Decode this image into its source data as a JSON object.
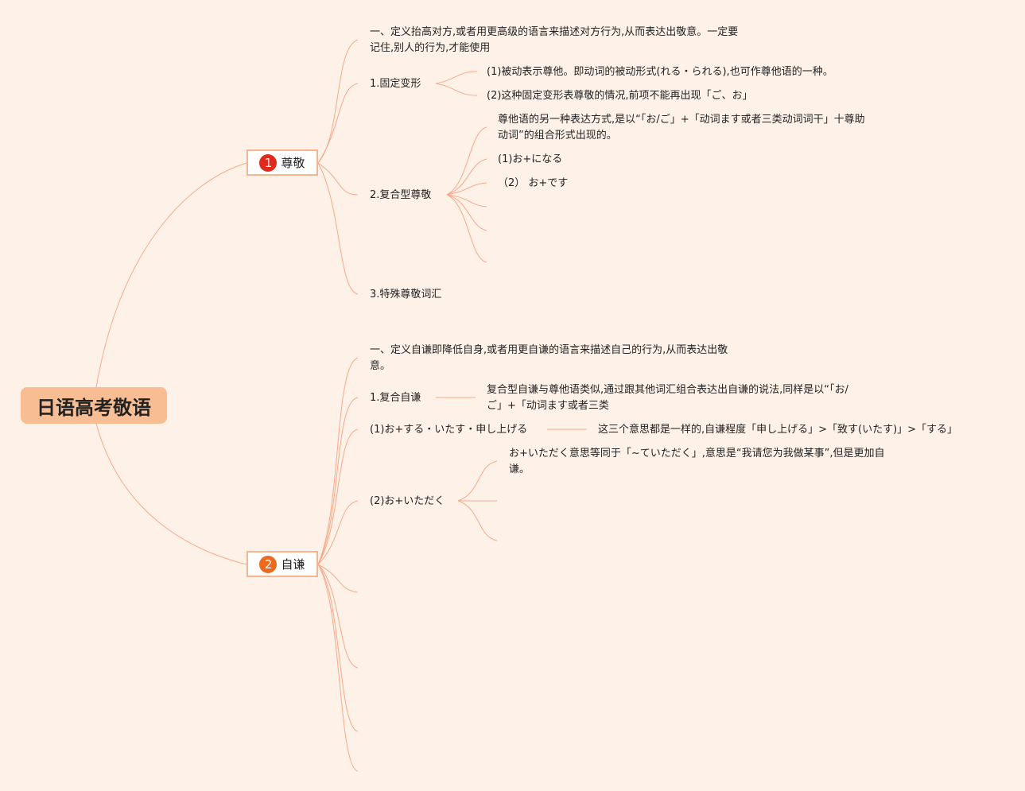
{
  "theme": {
    "background": "#fef2e8",
    "root_fill": "#f9bd93",
    "line": "#f7a888",
    "badge_1": "#e02a1c",
    "badge_2": "#eb6a1e"
  },
  "root": {
    "label": "日语高考敬语"
  },
  "branches": [
    {
      "badge": "1",
      "label": "尊敬",
      "children": [
        {
          "label": "一、定义抬高对方,或者用更高级的语言来描述对方行为,从而表达出敬意。一定要记住,别人的行为,才能使用",
          "lines": [
            "一、定义抬高对方,或者用更高级的语言来描述对方行为,从而表达出敬意。一定要",
            "记住,别人的行为,才能使用"
          ]
        },
        {
          "label": "1.固定变形",
          "children": [
            {
              "label": "(1)被动表示尊他。即动词的被动形式(れる・られる),也可作尊他语的一种。"
            },
            {
              "label": "(2)这种固定变形表尊敬的情况,前项不能再出现「ご、お」"
            }
          ]
        },
        {
          "label": "2.复合型尊敬",
          "children": [
            {
              "lines": [
                "尊他语的另一种表达方式,是以“「お/ご」+「动词ます或者三类动词词干」十尊助",
                "动词”的组合形式出现的。"
              ]
            },
            {
              "label": "(1)お+になる"
            },
            {
              "label": "（2） お+です"
            }
          ]
        },
        {
          "label": "3.特殊尊敬词汇"
        }
      ]
    },
    {
      "badge": "2",
      "label": "自谦",
      "children": [
        {
          "lines": [
            "一、定义自谦即降低自身,或者用更自谦的语言来描述自己的行为,从而表达出敬",
            "意。"
          ]
        },
        {
          "label": "1.复合自谦",
          "children": [
            {
              "lines": [
                "复合型自谦与尊他语类似,通过跟其他词汇组合表达出自谦的说法,同样是以“「お/",
                "ご」+「动词ます或者三类"
              ]
            }
          ]
        },
        {
          "label": "(1)お+する・いたす・申し上げる",
          "children": [
            {
              "label": "这三个意思都是一样的,自谦程度「申し上げる」>「致す(いたす)」>「する」"
            }
          ]
        },
        {
          "label": "(2)お+いただく",
          "children": [
            {
              "lines": [
                "お+いただく意思等同于「~ていただく」,意思是“我请您为我做某事”,但是更加自",
                "谦。"
              ]
            }
          ]
        }
      ]
    }
  ]
}
